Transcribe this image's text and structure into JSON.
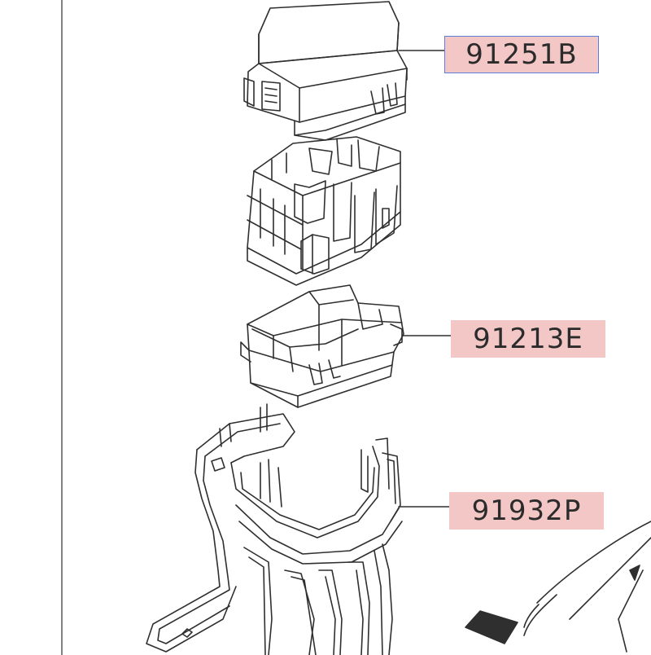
{
  "colors": {
    "line": "#2f2f2f",
    "callout_fill": "#f3c7c5",
    "callout_border_selected": "#5b7fd6",
    "background": "#ffffff"
  },
  "callouts": [
    {
      "part_no": "91251B",
      "fill": "#f3c7c5",
      "selected": true
    },
    {
      "part_no": "91213E",
      "fill": "#f3c7c5",
      "selected": false
    },
    {
      "part_no": "91932P",
      "fill": "#f3c7c5",
      "selected": false
    }
  ]
}
